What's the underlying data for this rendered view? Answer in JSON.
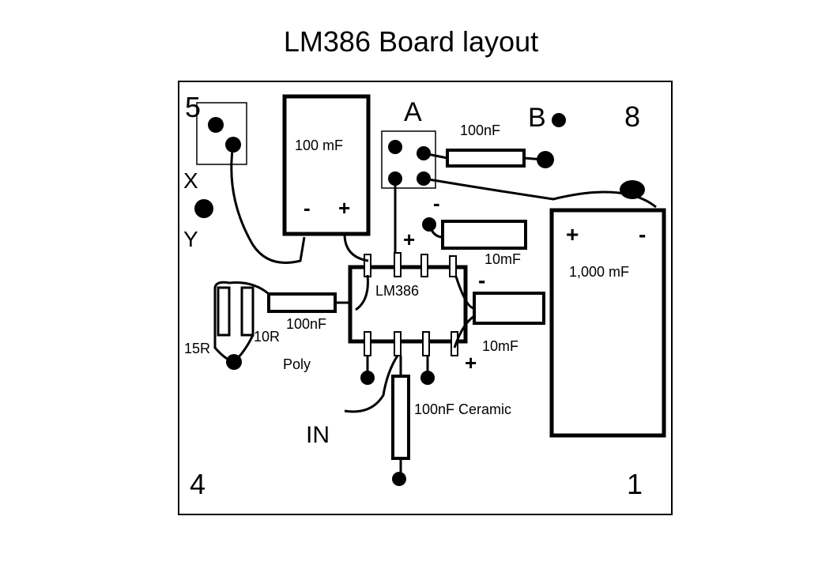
{
  "title": "LM386 Board layout",
  "corners": {
    "top_left": "5",
    "top_right": "8",
    "bottom_left": "4",
    "bottom_right": "1"
  },
  "points": {
    "x": "X",
    "y": "Y",
    "a": "A",
    "b": "B",
    "in": "IN"
  },
  "chip": {
    "label": "LM386"
  },
  "components": {
    "cap_100mf": {
      "label": "100 mF",
      "minus": "-",
      "plus": "+"
    },
    "cap_100nf_top": {
      "label": "100nF"
    },
    "cap_10mf_upper": {
      "label": "10mF",
      "plus": "+",
      "minus": "-"
    },
    "cap_10mf_right": {
      "label": "10mF",
      "minus": "-",
      "plus": "+"
    },
    "cap_1000mf": {
      "label": "1,000 mF",
      "plus": "+",
      "minus": "-"
    },
    "cap_100nf_poly": {
      "label": "100nF",
      "sub": "Poly"
    },
    "res_15r": {
      "label": "15R"
    },
    "res_10r": {
      "label": "10R"
    },
    "cap_100nf_ceramic": {
      "label": "100nF Ceramic"
    }
  },
  "colors": {
    "ink": "#000000",
    "background": "#ffffff"
  }
}
